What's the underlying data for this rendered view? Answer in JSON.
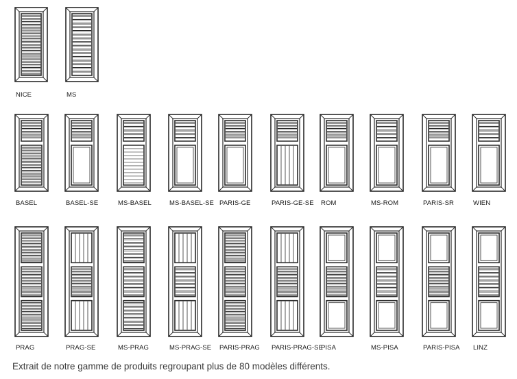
{
  "caption": "Extrait de notre gamme de produits regroupant plus de 80 modèles différents.",
  "rows": [
    {
      "models": [
        {
          "name": "NICE",
          "panels": [
            "louvre"
          ]
        },
        {
          "name": "MS",
          "panels": [
            "louvre-ms"
          ]
        }
      ]
    },
    {
      "models": [
        {
          "name": "BASEL",
          "panels": [
            "louvre",
            "louvre"
          ]
        },
        {
          "name": "BASEL-SE",
          "panels": [
            "louvre",
            "blank"
          ]
        },
        {
          "name": "MS-BASEL",
          "panels": [
            "louvre-ms",
            "boards-h"
          ]
        },
        {
          "name": "MS-BASEL-SE",
          "panels": [
            "louvre-ms",
            "blank"
          ]
        },
        {
          "name": "PARIS-GE",
          "panels": [
            "louvre",
            "blank"
          ]
        },
        {
          "name": "PARIS-GE-SE",
          "panels": [
            "louvre",
            "boards-v"
          ]
        },
        {
          "name": "ROM",
          "panels": [
            "louvre",
            "blank"
          ]
        },
        {
          "name": "MS-ROM",
          "panels": [
            "louvre-ms",
            "blank"
          ]
        },
        {
          "name": "PARIS-SR",
          "panels": [
            "louvre",
            "blank"
          ]
        },
        {
          "name": "WIEN",
          "panels": [
            "louvre-ms",
            "blank"
          ]
        }
      ]
    },
    {
      "models": [
        {
          "name": "PRAG",
          "panels": [
            "louvre",
            "louvre",
            "louvre"
          ]
        },
        {
          "name": "PRAG-SE",
          "panels": [
            "boards-v",
            "louvre",
            "boards-v"
          ]
        },
        {
          "name": "MS-PRAG",
          "panels": [
            "louvre-ms",
            "louvre-ms",
            "louvre-ms"
          ]
        },
        {
          "name": "MS-PRAG-SE",
          "panels": [
            "boards-v",
            "louvre-ms",
            "boards-v"
          ]
        },
        {
          "name": "PARIS-PRAG",
          "panels": [
            "louvre",
            "louvre",
            "louvre"
          ]
        },
        {
          "name": "PARIS-PRAG-SE",
          "panels": [
            "boards-v",
            "louvre",
            "boards-v"
          ]
        },
        {
          "name": "PISA",
          "panels": [
            "blank",
            "louvre",
            "blank"
          ]
        },
        {
          "name": "MS-PISA",
          "panels": [
            "blank",
            "louvre-ms",
            "blank"
          ]
        },
        {
          "name": "PARIS-PISA",
          "panels": [
            "blank",
            "louvre",
            "blank"
          ]
        },
        {
          "name": "LINZ",
          "panels": [
            "blank",
            "louvre-ms",
            "blank"
          ]
        }
      ]
    }
  ]
}
